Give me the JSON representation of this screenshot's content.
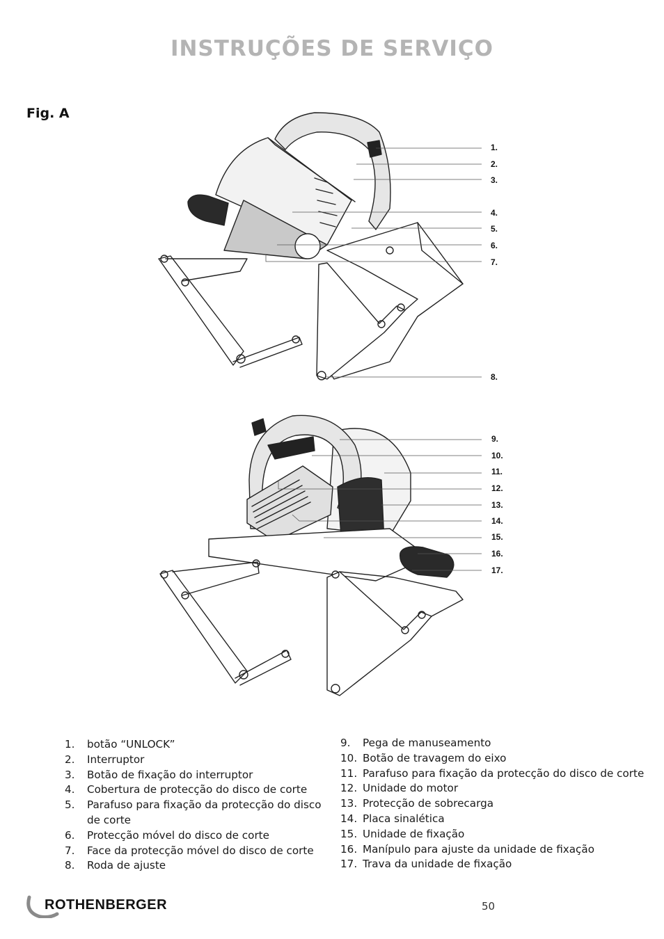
{
  "header": {
    "title": "INSTRUÇÕES DE SERVIÇO"
  },
  "figure": {
    "label": "Fig. A",
    "callouts_top": [
      "1.",
      "2.",
      "3.",
      "4.",
      "5.",
      "6.",
      "7.",
      "8."
    ],
    "callouts_bottom": [
      "9.",
      "10.",
      "11.",
      "12.",
      "13.",
      "14.",
      "15.",
      "16.",
      "17."
    ]
  },
  "legend": {
    "left": [
      {
        "num": "1.",
        "text": "botão “UNLOCK”"
      },
      {
        "num": "2.",
        "text": "Interruptor"
      },
      {
        "num": "3.",
        "text": "Botão de fixação do interruptor"
      },
      {
        "num": "4.",
        "text": "Cobertura de protecção do disco de corte"
      },
      {
        "num": "5.",
        "text": "Parafuso para fixação da protecção do disco de corte"
      },
      {
        "num": "6.",
        "text": "Protecção móvel do disco de corte"
      },
      {
        "num": "7.",
        "text": "Face da protecção móvel do disco de corte"
      },
      {
        "num": "8.",
        "text": "Roda de ajuste"
      }
    ],
    "right": [
      {
        "num": "9.",
        "text": "Pega de manuseamento"
      },
      {
        "num": "10.",
        "text": "Botão de travagem do eixo"
      },
      {
        "num": "11.",
        "text": "Parafuso para fixação da protecção do disco de corte"
      },
      {
        "num": "12.",
        "text": "Unidade do motor"
      },
      {
        "num": "13.",
        "text": "Protecção de sobrecarga"
      },
      {
        "num": "14.",
        "text": "Placa sinalética"
      },
      {
        "num": "15.",
        "text": "Unidade de fixação"
      },
      {
        "num": "16.",
        "text": "Manípulo para ajuste da unidade de fixação"
      },
      {
        "num": "17.",
        "text": "Trava da unidade de fixação"
      }
    ]
  },
  "footer": {
    "brand": "ROTHENBERGER",
    "page_number": "50"
  }
}
